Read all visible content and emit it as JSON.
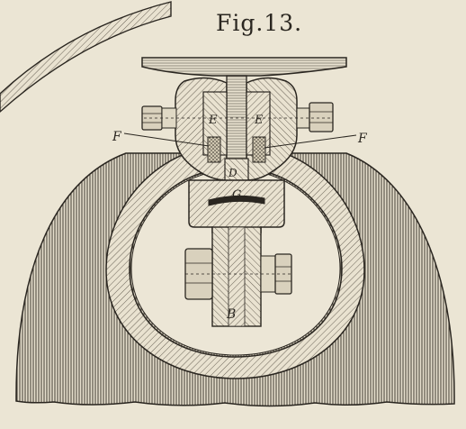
{
  "figure": {
    "title": "Fig.13.",
    "labels": {
      "e_left": "E",
      "e_right": "E",
      "f_left": "F",
      "f_right": "F",
      "d": "D",
      "g": "G",
      "b": "B"
    }
  },
  "colors": {
    "paper": "#ebe5d4",
    "ink": "#2a2620",
    "hatch": "#5a5348"
  }
}
